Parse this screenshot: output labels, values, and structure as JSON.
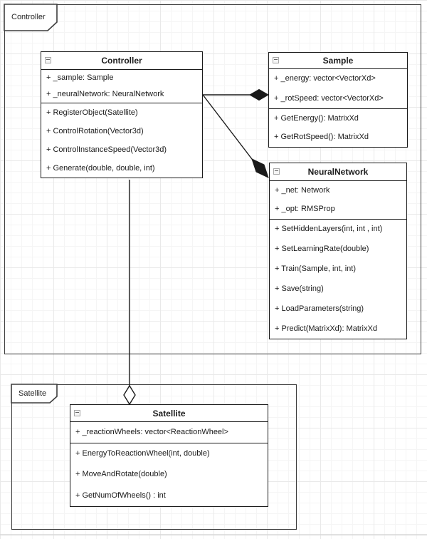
{
  "packages": [
    {
      "label": "Controller"
    },
    {
      "label": "Satellite"
    }
  ],
  "classes": [
    {
      "name": "Controller",
      "attributes": [
        "+ _sample: Sample",
        "+ _neuralNetwork: NeuralNetwork"
      ],
      "methods": [
        "+ RegisterObject(Satellite)",
        "+ ControlRotation(Vector3d)",
        "+ ControlInstanceSpeed(Vector3d)",
        "+ Generate(double, double, int)"
      ]
    },
    {
      "name": "Sample",
      "attributes": [
        "+ _energy: vector<VectorXd>",
        "+ _rotSpeed: vector<VectorXd>"
      ],
      "methods": [
        "+ GetEnergy(): MatrixXd",
        "+ GetRotSpeed(): MatrixXd"
      ]
    },
    {
      "name": "NeuralNetwork",
      "attributes": [
        "+ _net: Network",
        "+ _opt: RMSProp"
      ],
      "methods": [
        "+ SetHiddenLayers(int, int , int)",
        "+ SetLearningRate(double)",
        "+ Train(Sample, int, int)",
        "+ Save(string)",
        "+ LoadParameters(string)",
        "+ Predict(MatrixXd): MatrixXd"
      ]
    },
    {
      "name": "Satellite",
      "attributes": [
        "+ _reactionWheels: vector<ReactionWheel>"
      ],
      "methods": [
        "+ EnergyToReactionWheel(int, double)",
        "+ MoveAndRotate(double)",
        "+ GetNumOfWheels() : int"
      ]
    }
  ],
  "relationships": [
    {
      "from": "Controller",
      "to": "Sample",
      "type": "composition"
    },
    {
      "from": "Controller",
      "to": "NeuralNetwork",
      "type": "composition"
    },
    {
      "from": "Controller",
      "to": "Satellite",
      "type": "aggregation"
    }
  ],
  "colors": {
    "stroke": "#1a1a1a",
    "frame_stroke": "#3d3d3d",
    "fill": "#ffffff",
    "grid_minor": "#f5f5f5",
    "grid_major": "#e9e9e9",
    "collapse_icon": "#a8a8a8"
  }
}
